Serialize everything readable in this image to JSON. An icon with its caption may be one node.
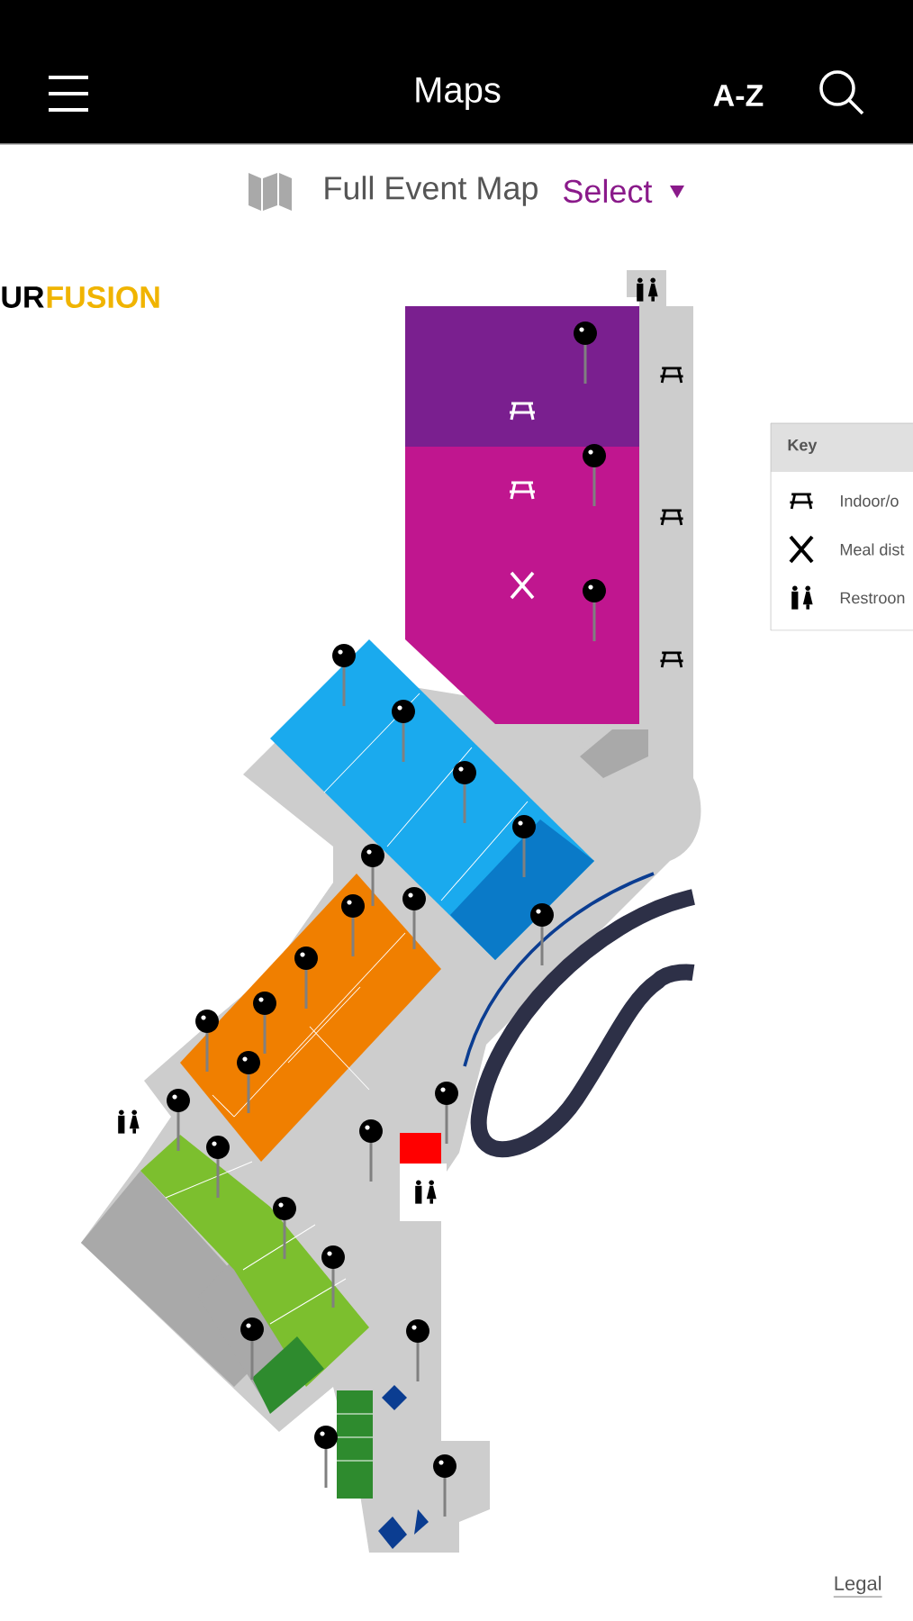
{
  "diagram": {
    "title": "Maps",
    "labels": [
      "A-Z",
      "Full Event Map",
      "Select",
      "UR",
      "FUSION",
      "Key",
      "Legal"
    ],
    "legend": [
      {
        "text": "Indoor/o"
      },
      {
        "text": "Meal dist"
      },
      {
        "text": "Restroon"
      }
    ]
  }
}
